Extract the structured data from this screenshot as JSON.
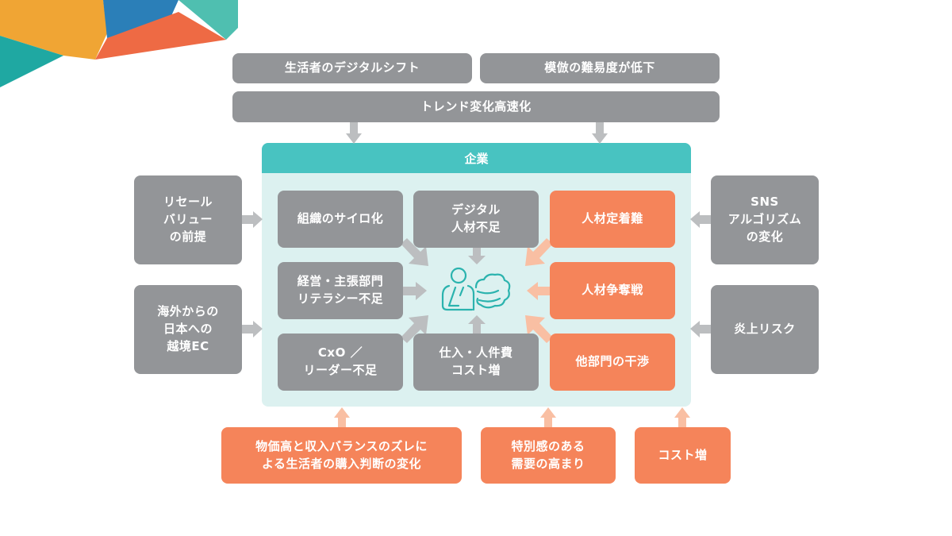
{
  "colors": {
    "gray_box": "#939598",
    "orange_box": "#f5845a",
    "teal_header": "#48c3c1",
    "enterprise_bg": "#dcf1f0",
    "gray_arrow": "#bcbec0",
    "orange_arrow": "#f9bfa3",
    "icon_teal": "#2bb3ae"
  },
  "top": {
    "left_box": "生活者のデジタルシフト",
    "right_box": "模倣の難易度が低下",
    "wide_box": "トレンド変化高速化"
  },
  "enterprise": {
    "title": "企業",
    "center_icon": "person-thinking-cloud-icon",
    "inner": {
      "silo": "組織のサイロ化",
      "digital_talent": "デジタル\n人材不足",
      "retention": "人材定着難",
      "literacy": "経営・主張部門\nリテラシー不足",
      "talent_war": "人材争奪戦",
      "cxo": "CxO ／\nリーダー不足",
      "cost": "仕入・人件費\nコスト増",
      "interference": "他部門の干渉"
    }
  },
  "left": {
    "resale": "リセール\nバリュー\nの前提",
    "cross_border": "海外からの\n日本への\n越境EC"
  },
  "right": {
    "sns": "SNS\nアルゴリズム\nの変化",
    "flaming": "炎上リスク"
  },
  "bottom": {
    "price_gap": "物価高と収入バランスのズレに\nよる生活者の購入判断の変化",
    "special_demand": "特別感のある\n需要の高まり",
    "cost_up": "コスト増"
  }
}
